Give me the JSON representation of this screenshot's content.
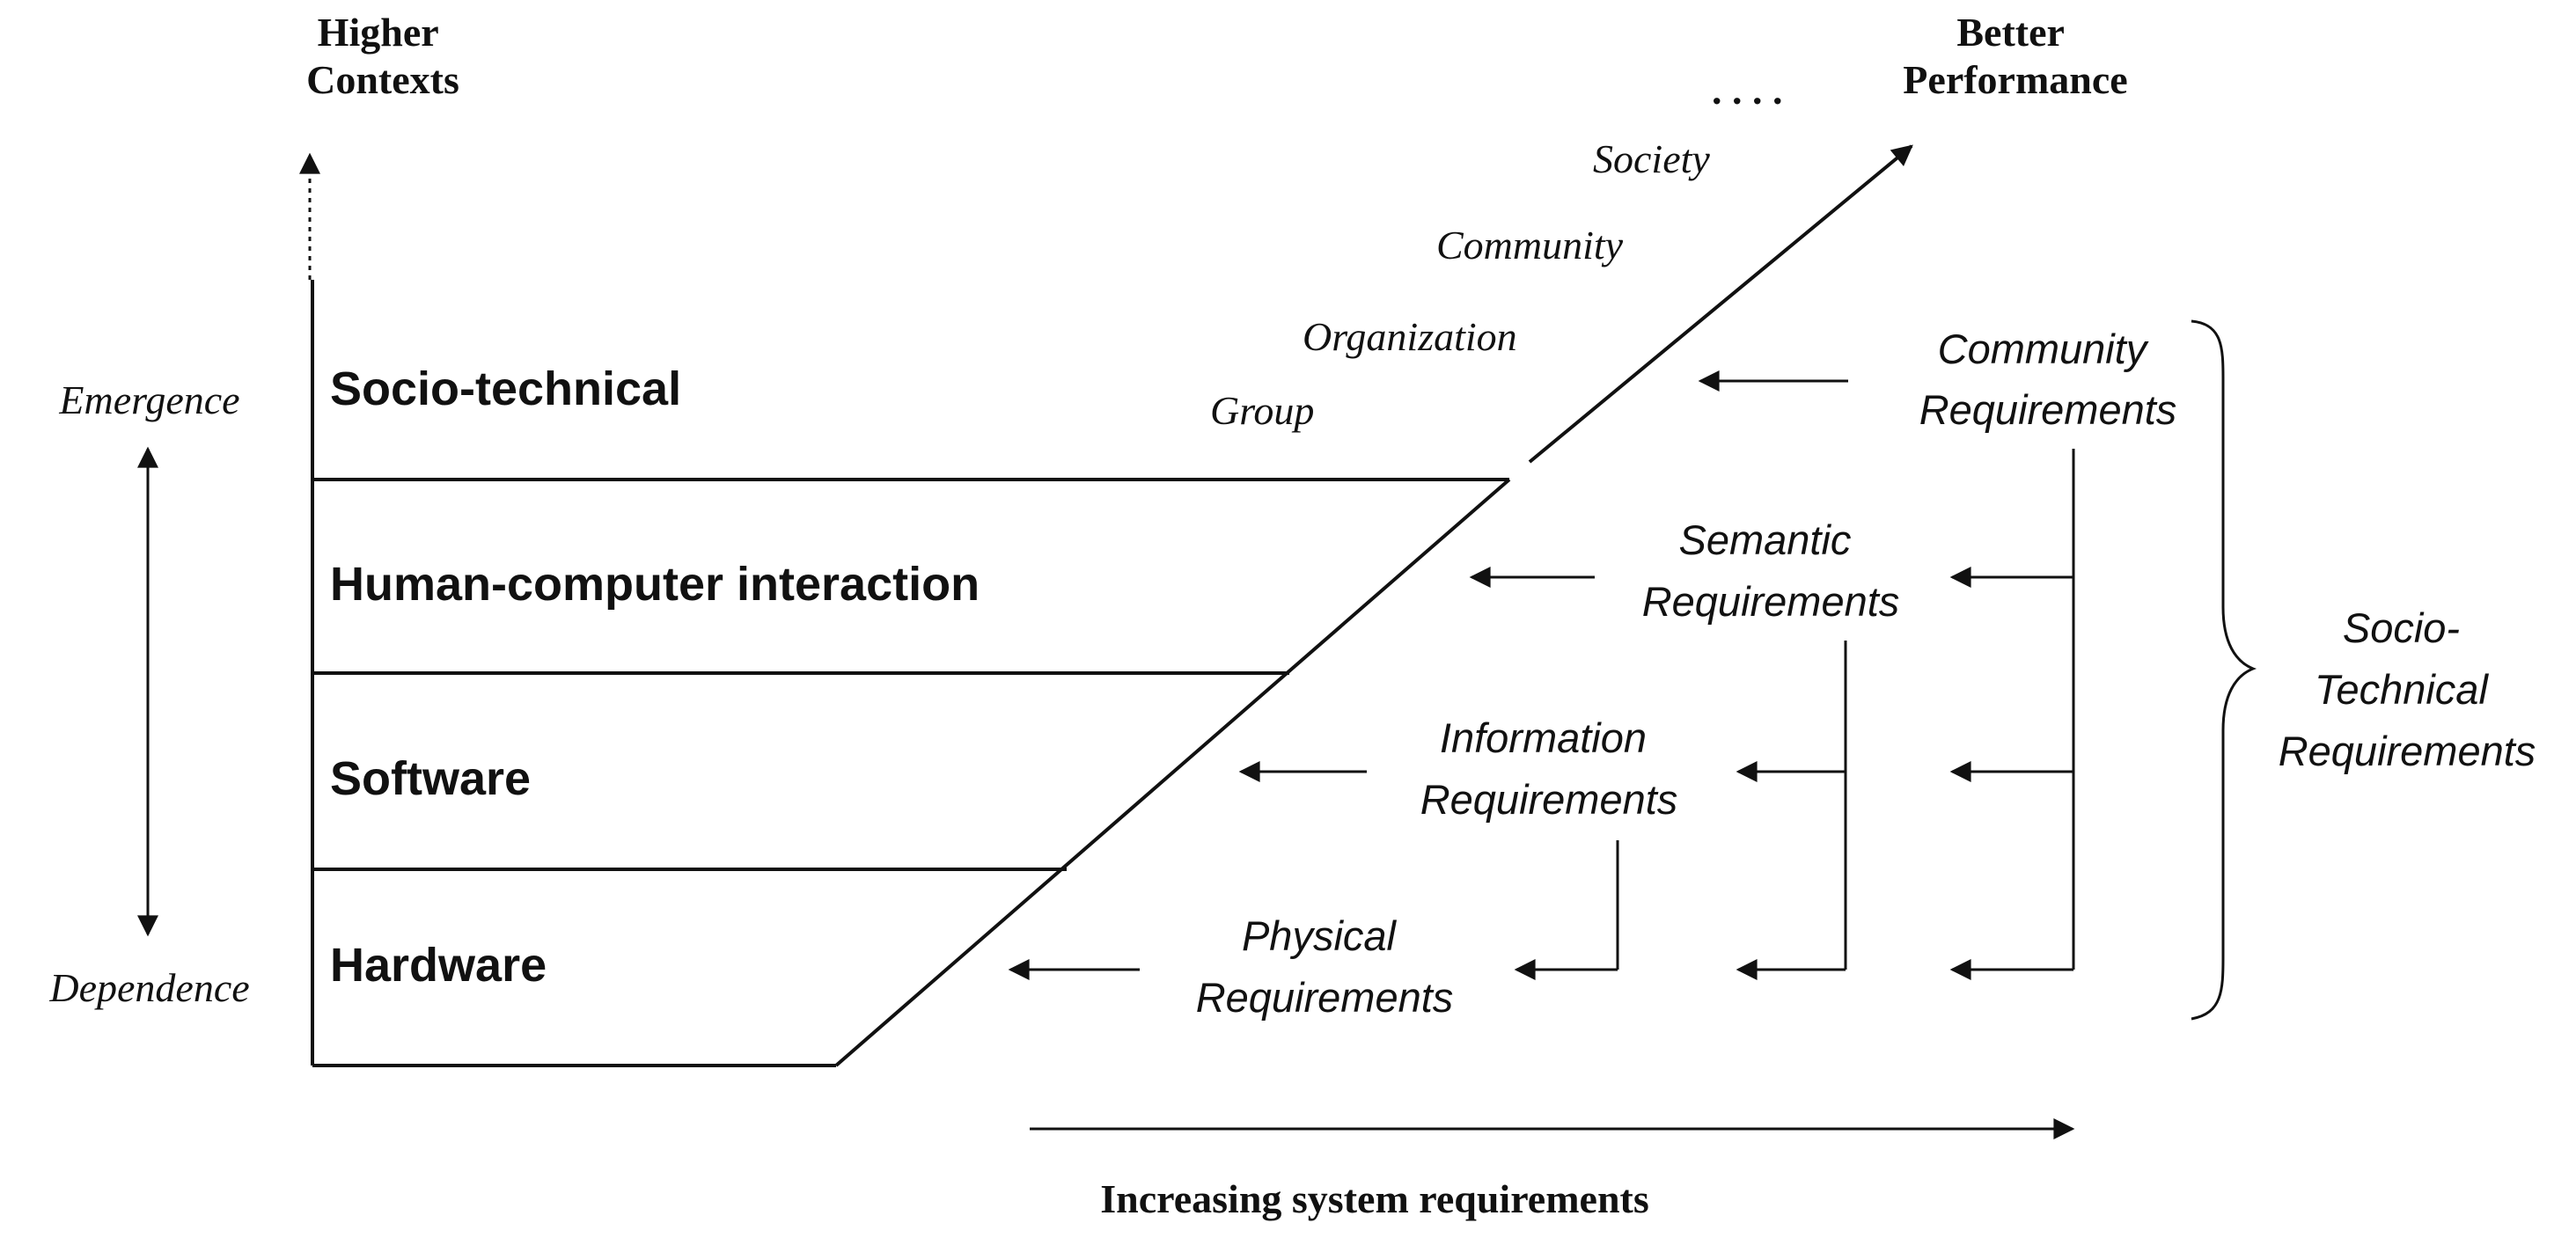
{
  "axes": {
    "top_left_label": [
      "Higher",
      "Contexts"
    ],
    "top_right_label": [
      "Better",
      "Performance"
    ],
    "top_right_ellipsis": ". . . .",
    "left_top": "Emergence",
    "left_bottom": "Dependence",
    "bottom": "Increasing system requirements"
  },
  "layers": {
    "socio_technical": "Socio-technical",
    "hci": "Human-computer interaction",
    "software": "Software",
    "hardware": "Hardware"
  },
  "contexts": {
    "group": "Group",
    "organization": "Organization",
    "community": "Community",
    "society": "Society"
  },
  "requirements": {
    "community": [
      "Community",
      "Requirements"
    ],
    "semantic": [
      "Semantic",
      "Requirements"
    ],
    "information": [
      "Information",
      "Requirements"
    ],
    "physical": [
      "Physical",
      "Requirements"
    ],
    "socio_technical": [
      "Socio-",
      "Technical",
      "Requirements"
    ]
  }
}
